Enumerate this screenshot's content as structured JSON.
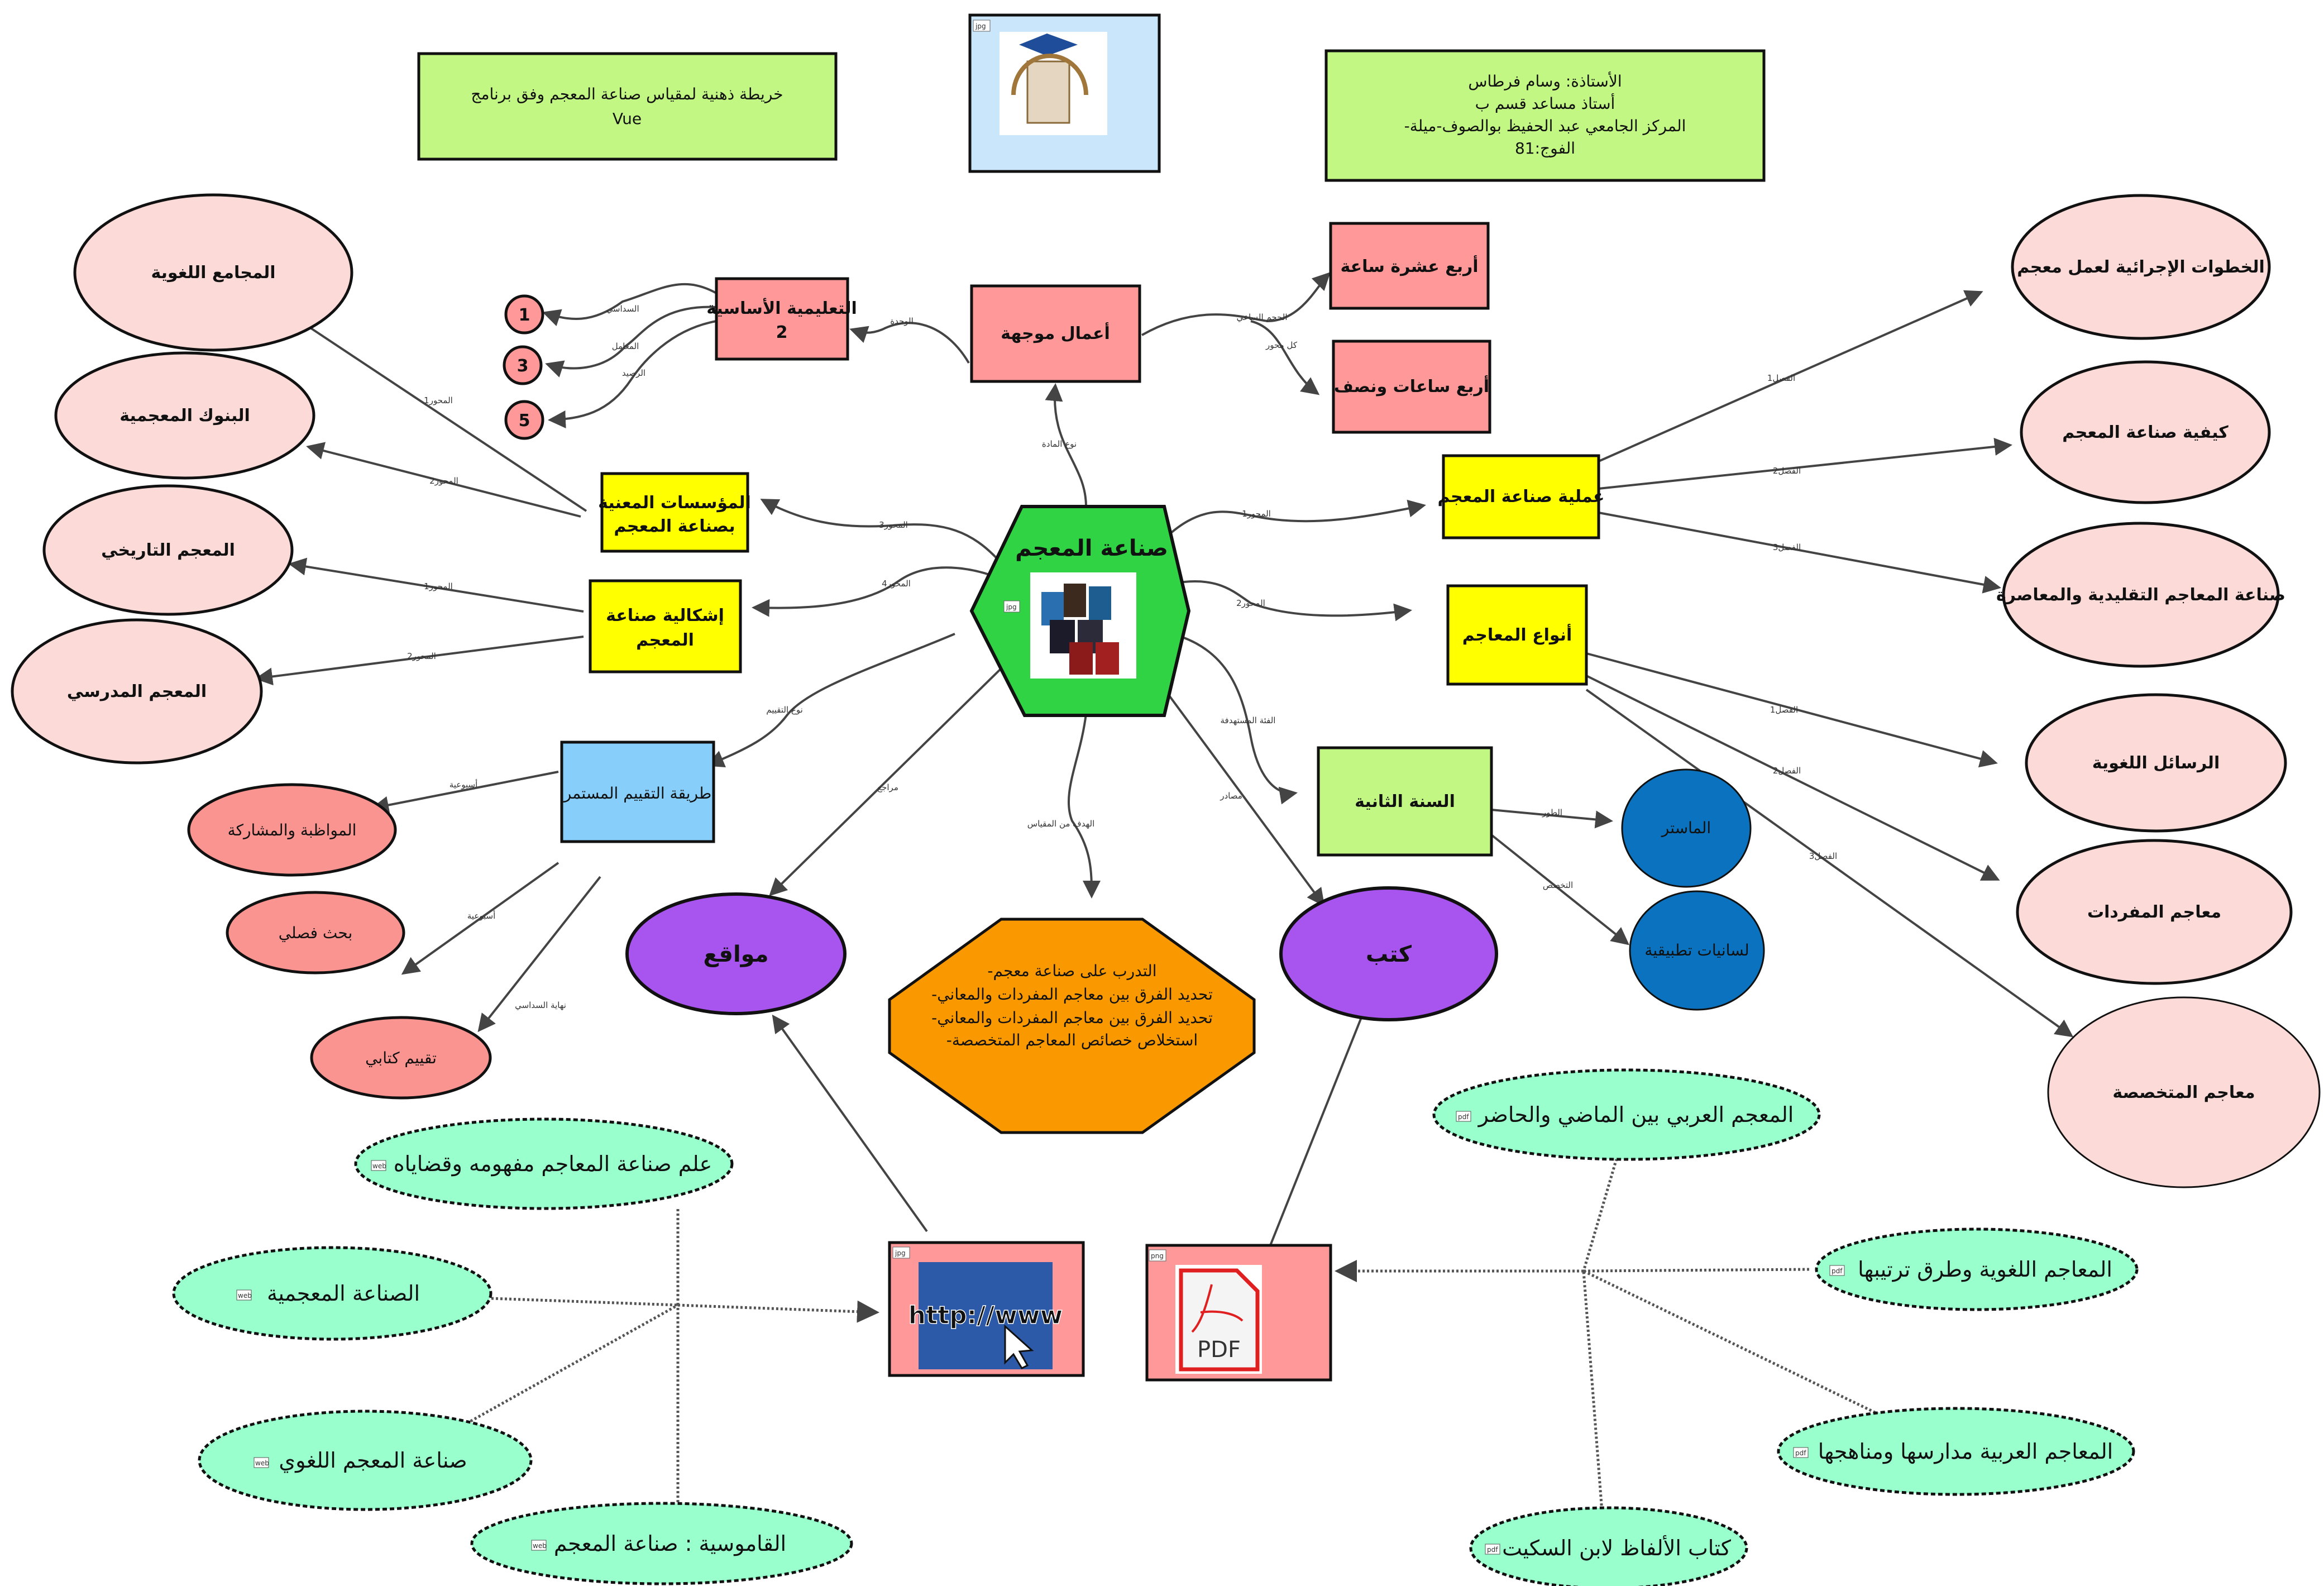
{
  "title_box": {
    "lines": [
      "خريطة ذهنية لمقياس صناعة المعجم وفق برنامج",
      "Vue"
    ]
  },
  "logo": {
    "badge": "jpg"
  },
  "info_box": {
    "lines": [
      "الأستاذة: وسام فرطاس",
      "أستاذ مساعد قسم ب",
      "-المركز الجامعي عبد الحفيظ بوالصوف-ميلة",
      "الفوج:81"
    ]
  },
  "center": {
    "label": "صناعة المعجم",
    "badge": "jpg"
  },
  "nodes": {
    "directed_work": "أعمال موجهة",
    "basic_unit": [
      "التعليمية الأساسية",
      "2"
    ],
    "circle_1": "1",
    "circle_3": "3",
    "circle_5": "5",
    "fourteen_hours": "أربع عشرة ساعة",
    "four_half_hours": "أربع ساعات ونصف",
    "dict_process": "عملية صناعة المعجم",
    "dict_types": "أنواع المعاجم",
    "steps": "الخطوات الإجرائية لعمل معجم",
    "how": "كيفية صناعة المعجم",
    "traditional": "صناعة المعاجم التقليدية والمعاصرة",
    "theses": "الرسائل اللغوية",
    "vocab": "معاجم المفردات",
    "specialized": "معاجم المتخصصة",
    "institutions": [
      "المؤسسات المعنية",
      "بصناعة المعجم"
    ],
    "problematic": [
      "إشكالية صناعة",
      "المعجم"
    ],
    "academies": "المجامع اللغوية",
    "banks": "البنوك المعجمية",
    "historical": "المعجم التاريخي",
    "school": "المعجم المدرسي",
    "assessment": "طريقة التقييم المستمر",
    "attendance": "المواظبة والمشاركة",
    "research": "بحث فصلي",
    "written": "تقييم كتابي",
    "websites": "مواقع",
    "books": "كتب",
    "goals": [
      "-التدرب على صناعة معجم",
      "-تحديد الفرق بين معاجم المفردات والمعاني",
      "-تحديد الفرق بين معاجم المفردات والمعاني",
      "-استخلاص خصائص المعاجم المتخصصة"
    ],
    "second_year": "السنة الثانية",
    "master": "الماستر",
    "applied_ling": "لسانيات تطبيقية"
  },
  "edges": {
    "subject_type": "نوع المادة",
    "unit": "الوحدة",
    "semester": "السداسي",
    "coefficient": "المعامل",
    "credit": "الرصيد",
    "hourly_volume": "الحجم الساعي",
    "per_axis": "كل محور",
    "axis1": "المحور1",
    "axis2": "المحور2",
    "axis3": "المحور3",
    "axis4": "المحور4",
    "ch1a": "الفصل1",
    "ch2a": "الفصل2",
    "ch3a": "الفصل3",
    "ch1b": "الفصل1",
    "ch2b": "الفصل2",
    "ch3b": "الفصل3",
    "inst_axis1": "المحور1",
    "inst_axis2": "المحور2",
    "prob_axis1": "المحور1",
    "prob_axis2": "المحور2",
    "assessment_type": "نوع التقييم",
    "weekly1": "أسبوعية",
    "weekly2": "أسبوعية",
    "semester_end": "نهاية السداسي",
    "references": "مراجع",
    "goal": "الهدف من المقياس",
    "sources": "مصادر",
    "target_group": "الفئة المستهدفة",
    "cycle": "الطور",
    "specialty": "التخصص"
  },
  "web_resources": {
    "badge": "jpg",
    "items": [
      {
        "label": "علم صناعة المعاجم مفهومه وقضاياه",
        "badge": "web"
      },
      {
        "label": "الصناعة المعجمية",
        "badge": "web"
      },
      {
        "label": "صناعة المعجم اللغوي",
        "badge": "web"
      },
      {
        "label": "القاموسية : صناعة المعجم",
        "badge": "web"
      }
    ],
    "image_text": "http://www"
  },
  "pdf_resources": {
    "badge": "png",
    "image_text": "PDF",
    "items": [
      {
        "label": "المعجم العربي بين الماضي والحاضر",
        "badge": "pdf"
      },
      {
        "label": "المعاجم اللغوية وطرق ترتيبها",
        "badge": "pdf"
      },
      {
        "label": "المعاجم العربية مدارسها ومناهجها",
        "badge": "pdf"
      },
      {
        "label": "كتاب الألفاظ لابن السكيت",
        "badge": "pdf"
      }
    ]
  },
  "colors": {
    "center": "#2fd344",
    "yellow": "#ffff00",
    "salmon": "#ff9999",
    "pink": "#fcdad8",
    "lime": "#c3f784",
    "blue": "#87cefa",
    "purple": "#a855f0",
    "orange": "#fa9800",
    "teal": "#0a72be",
    "mint": "#99ffcc"
  }
}
